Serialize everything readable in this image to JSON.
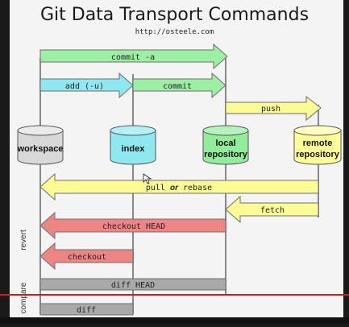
{
  "title": "Git Data Transport Commands",
  "url": "http://osteele.com",
  "locations": [
    {
      "label_lines": [
        "workspace"
      ],
      "color": "#d8d8d8"
    },
    {
      "label_lines": [
        "index"
      ],
      "color": "#8fe7f0"
    },
    {
      "label_lines": [
        "local",
        "repository"
      ],
      "color": "#92ec9b"
    },
    {
      "label_lines": [
        "remote",
        "repository"
      ],
      "color": "#ffff99"
    }
  ],
  "arrows": [
    {
      "label": "commit -a",
      "color": "#9cf0a3",
      "direction": "right"
    },
    {
      "label": "add (-u)",
      "color": "#8ee8f2",
      "direction": "right"
    },
    {
      "label": "commit",
      "color": "#9cf0a3",
      "direction": "right"
    },
    {
      "label": "push",
      "color": "#fcfc97",
      "direction": "right"
    },
    {
      "label_parts": [
        "pull ",
        "or",
        " rebase"
      ],
      "color": "#fcfc97",
      "direction": "left"
    },
    {
      "label": "fetch",
      "color": "#fcfc97",
      "direction": "left"
    },
    {
      "label": "checkout HEAD",
      "color": "#ee8585",
      "direction": "left"
    },
    {
      "label": "checkout",
      "color": "#ee8585",
      "direction": "left"
    }
  ],
  "bars": [
    {
      "label": "diff HEAD",
      "color": "#a9a9a9"
    },
    {
      "label": "diff",
      "color": "#a9a9a9"
    }
  ],
  "side_labels": {
    "revert": "revert",
    "compare": "compare"
  }
}
